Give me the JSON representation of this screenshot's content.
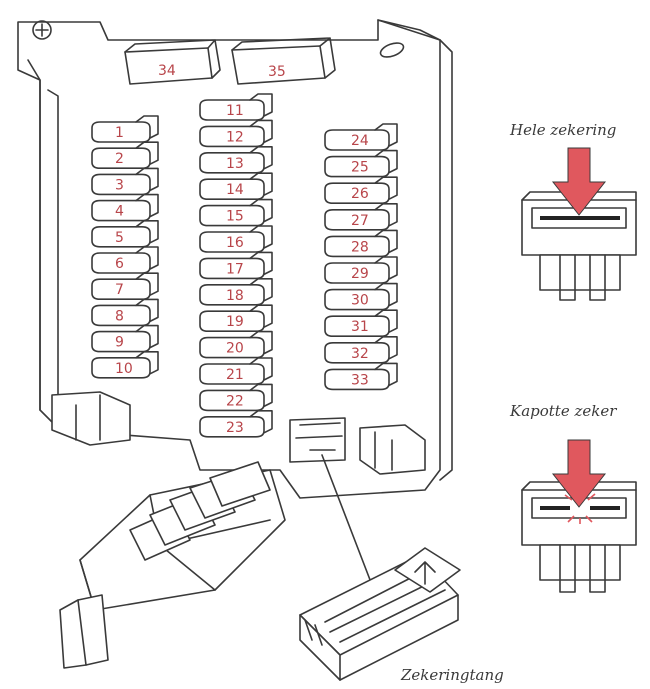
{
  "fuse_numbers": {
    "left": [
      "1",
      "2",
      "3",
      "4",
      "5",
      "6",
      "7",
      "8",
      "9",
      "10"
    ],
    "middle": [
      "11",
      "12",
      "13",
      "14",
      "15",
      "16",
      "17",
      "18",
      "19",
      "20",
      "21",
      "22",
      "23"
    ],
    "right": [
      "24",
      "25",
      "26",
      "27",
      "28",
      "29",
      "30",
      "31",
      "32",
      "33"
    ],
    "large": [
      "34",
      "35"
    ]
  },
  "labels": {
    "good_fuse": "Hele zekering",
    "blown_fuse": "Kapotte zeker",
    "fuse_puller": "Zekeringtang"
  },
  "colors": {
    "arrow": "#e0585e",
    "fuse_number": "#b8454a",
    "line": "#3a3a3a"
  }
}
